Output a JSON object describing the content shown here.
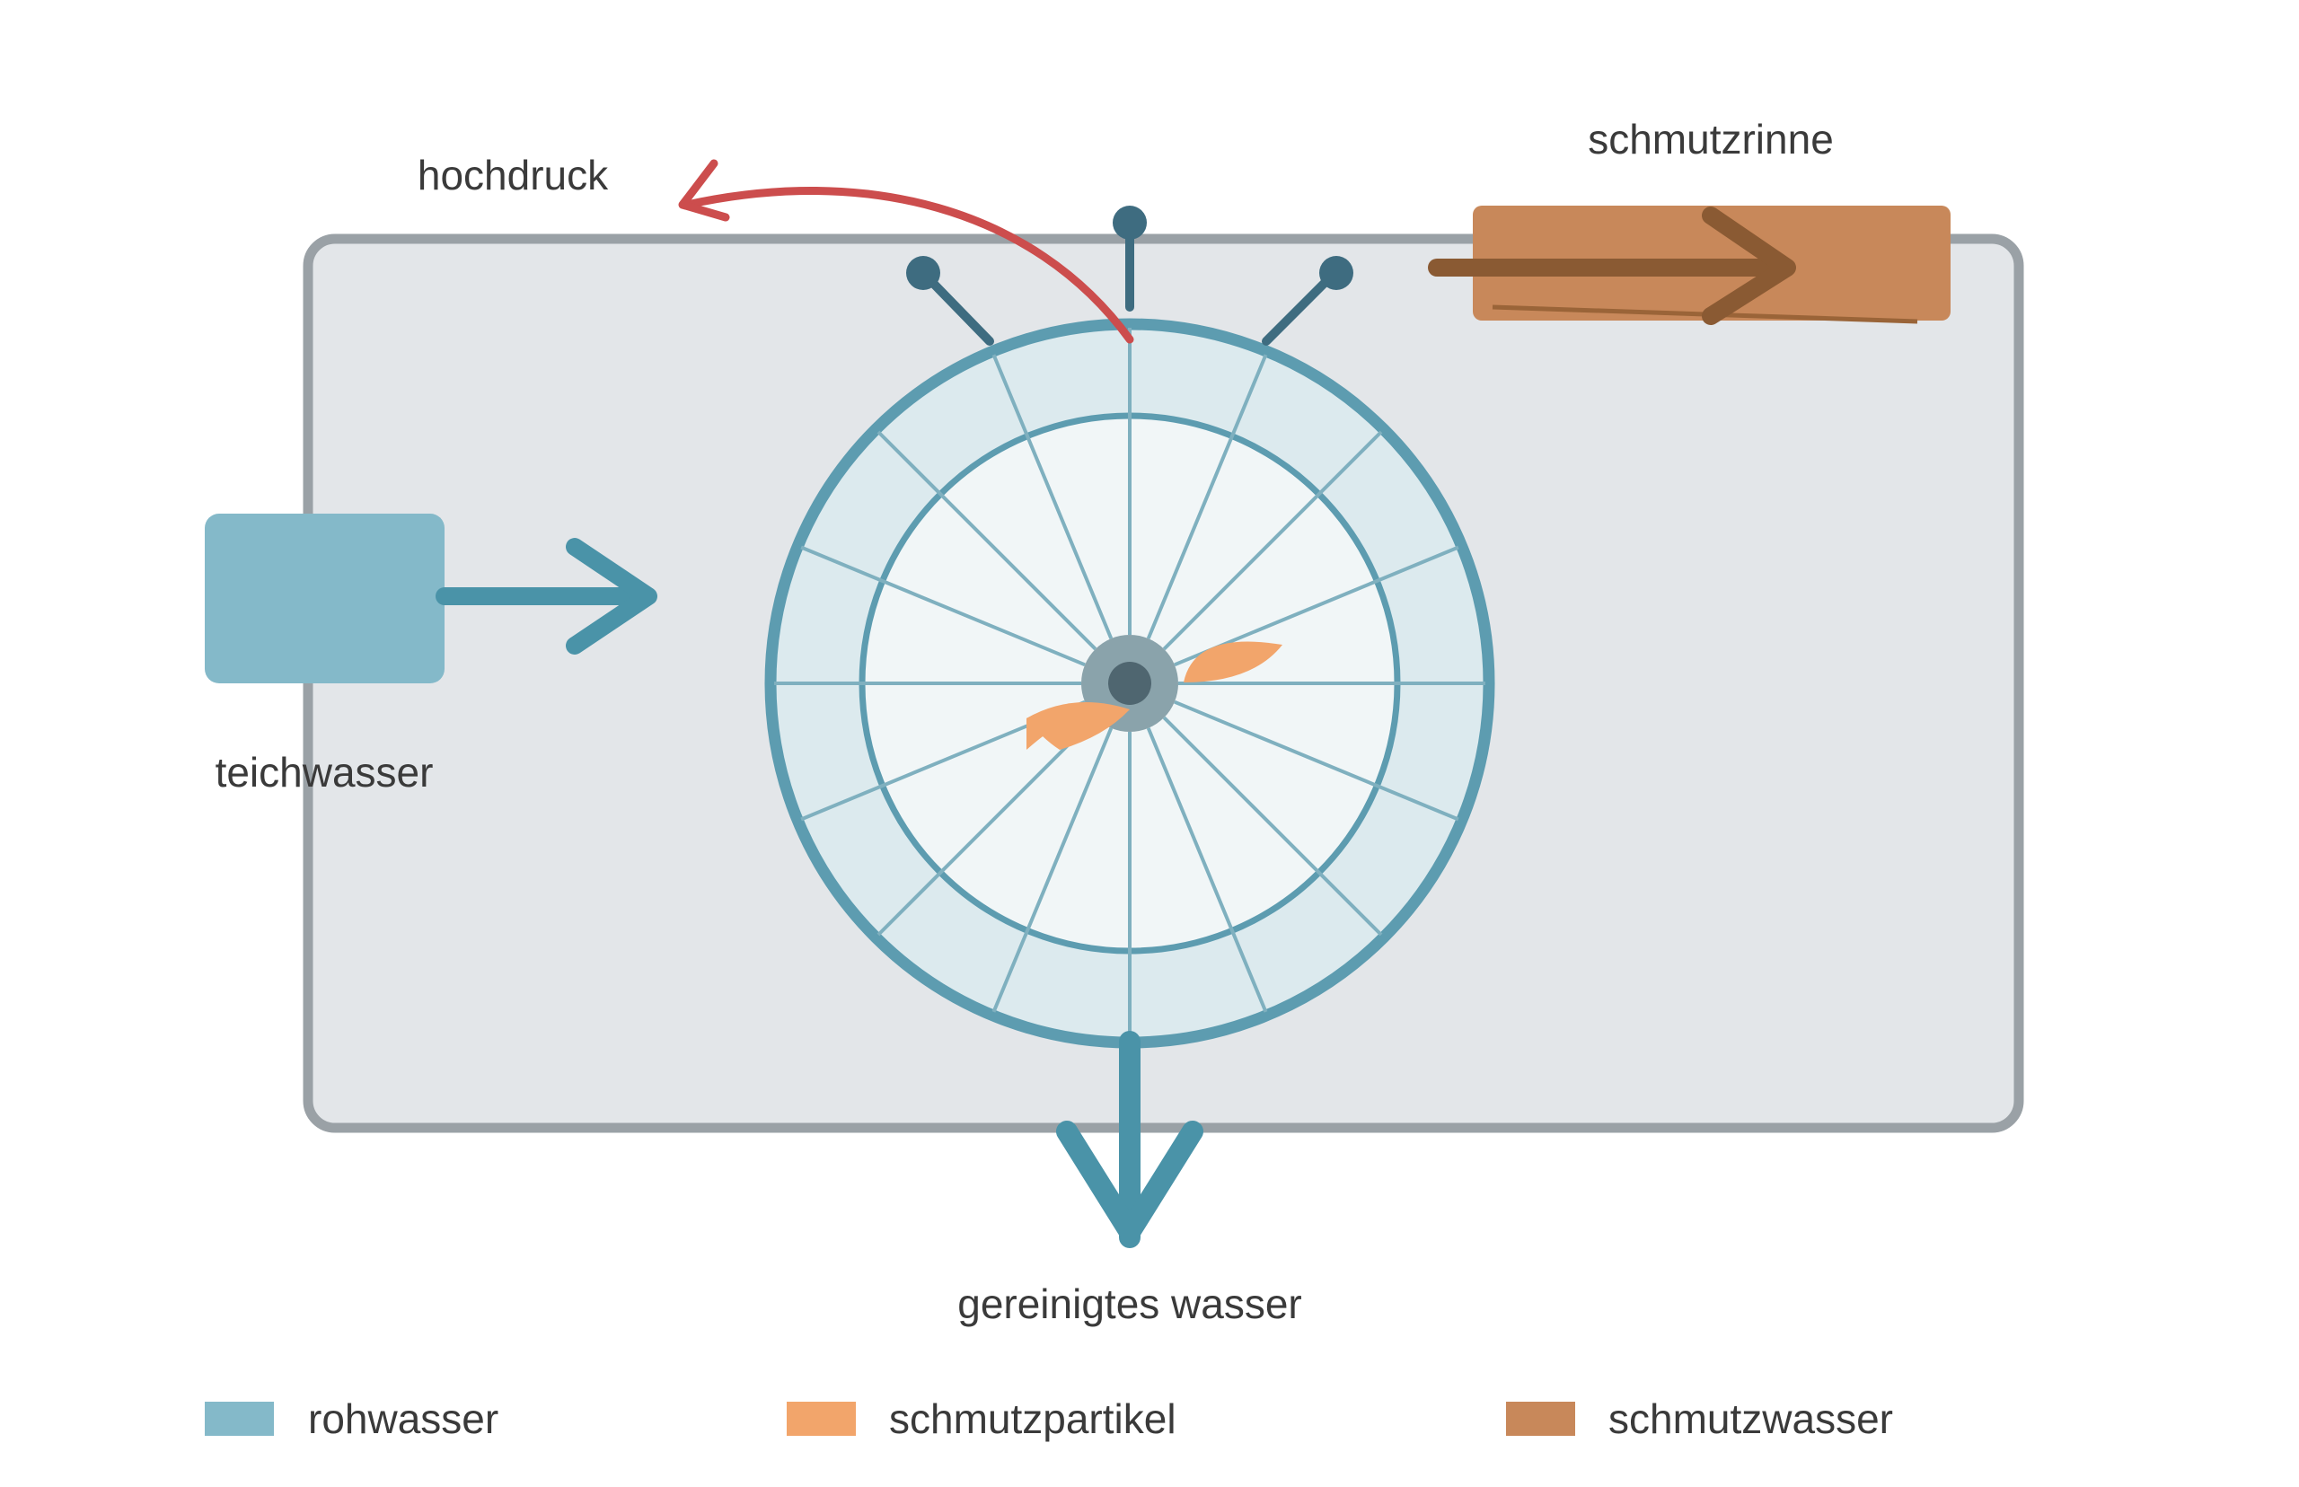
{
  "labels": {
    "hochdruck": "hochdruck",
    "schmutzrinne": "schmutzrinne",
    "teichwasser": "teichwasser",
    "gereinigtes_wasser": "gereinigtes wasser"
  },
  "legend": [
    {
      "label": "rohwasser",
      "color": "#84b9c9"
    },
    {
      "label": "schmutzpartikel",
      "color": "#f2a56b"
    },
    {
      "label": "schmutzwasser",
      "color": "#c8885a"
    }
  ],
  "colors": {
    "housing_fill": "#e3e6e9",
    "housing_stroke": "#9aa1a6",
    "drum_stroke": "#5d9cb0",
    "drum_outer_fill": "#dceaee",
    "drum_inner_fill": "#f1f6f7",
    "spoke": "#7fb0bf",
    "hub_outer": "#8aa3ab",
    "hub_inner": "#4f6670",
    "nozzle": "#3e6c80",
    "flow_arrow": "#4a93a8",
    "high_pressure": "#cc4d4d",
    "dirt_flow": "#8a5a33",
    "raw_water": "#84b9c9",
    "particles": "#f2a56b",
    "gutter": "#c8885a"
  }
}
